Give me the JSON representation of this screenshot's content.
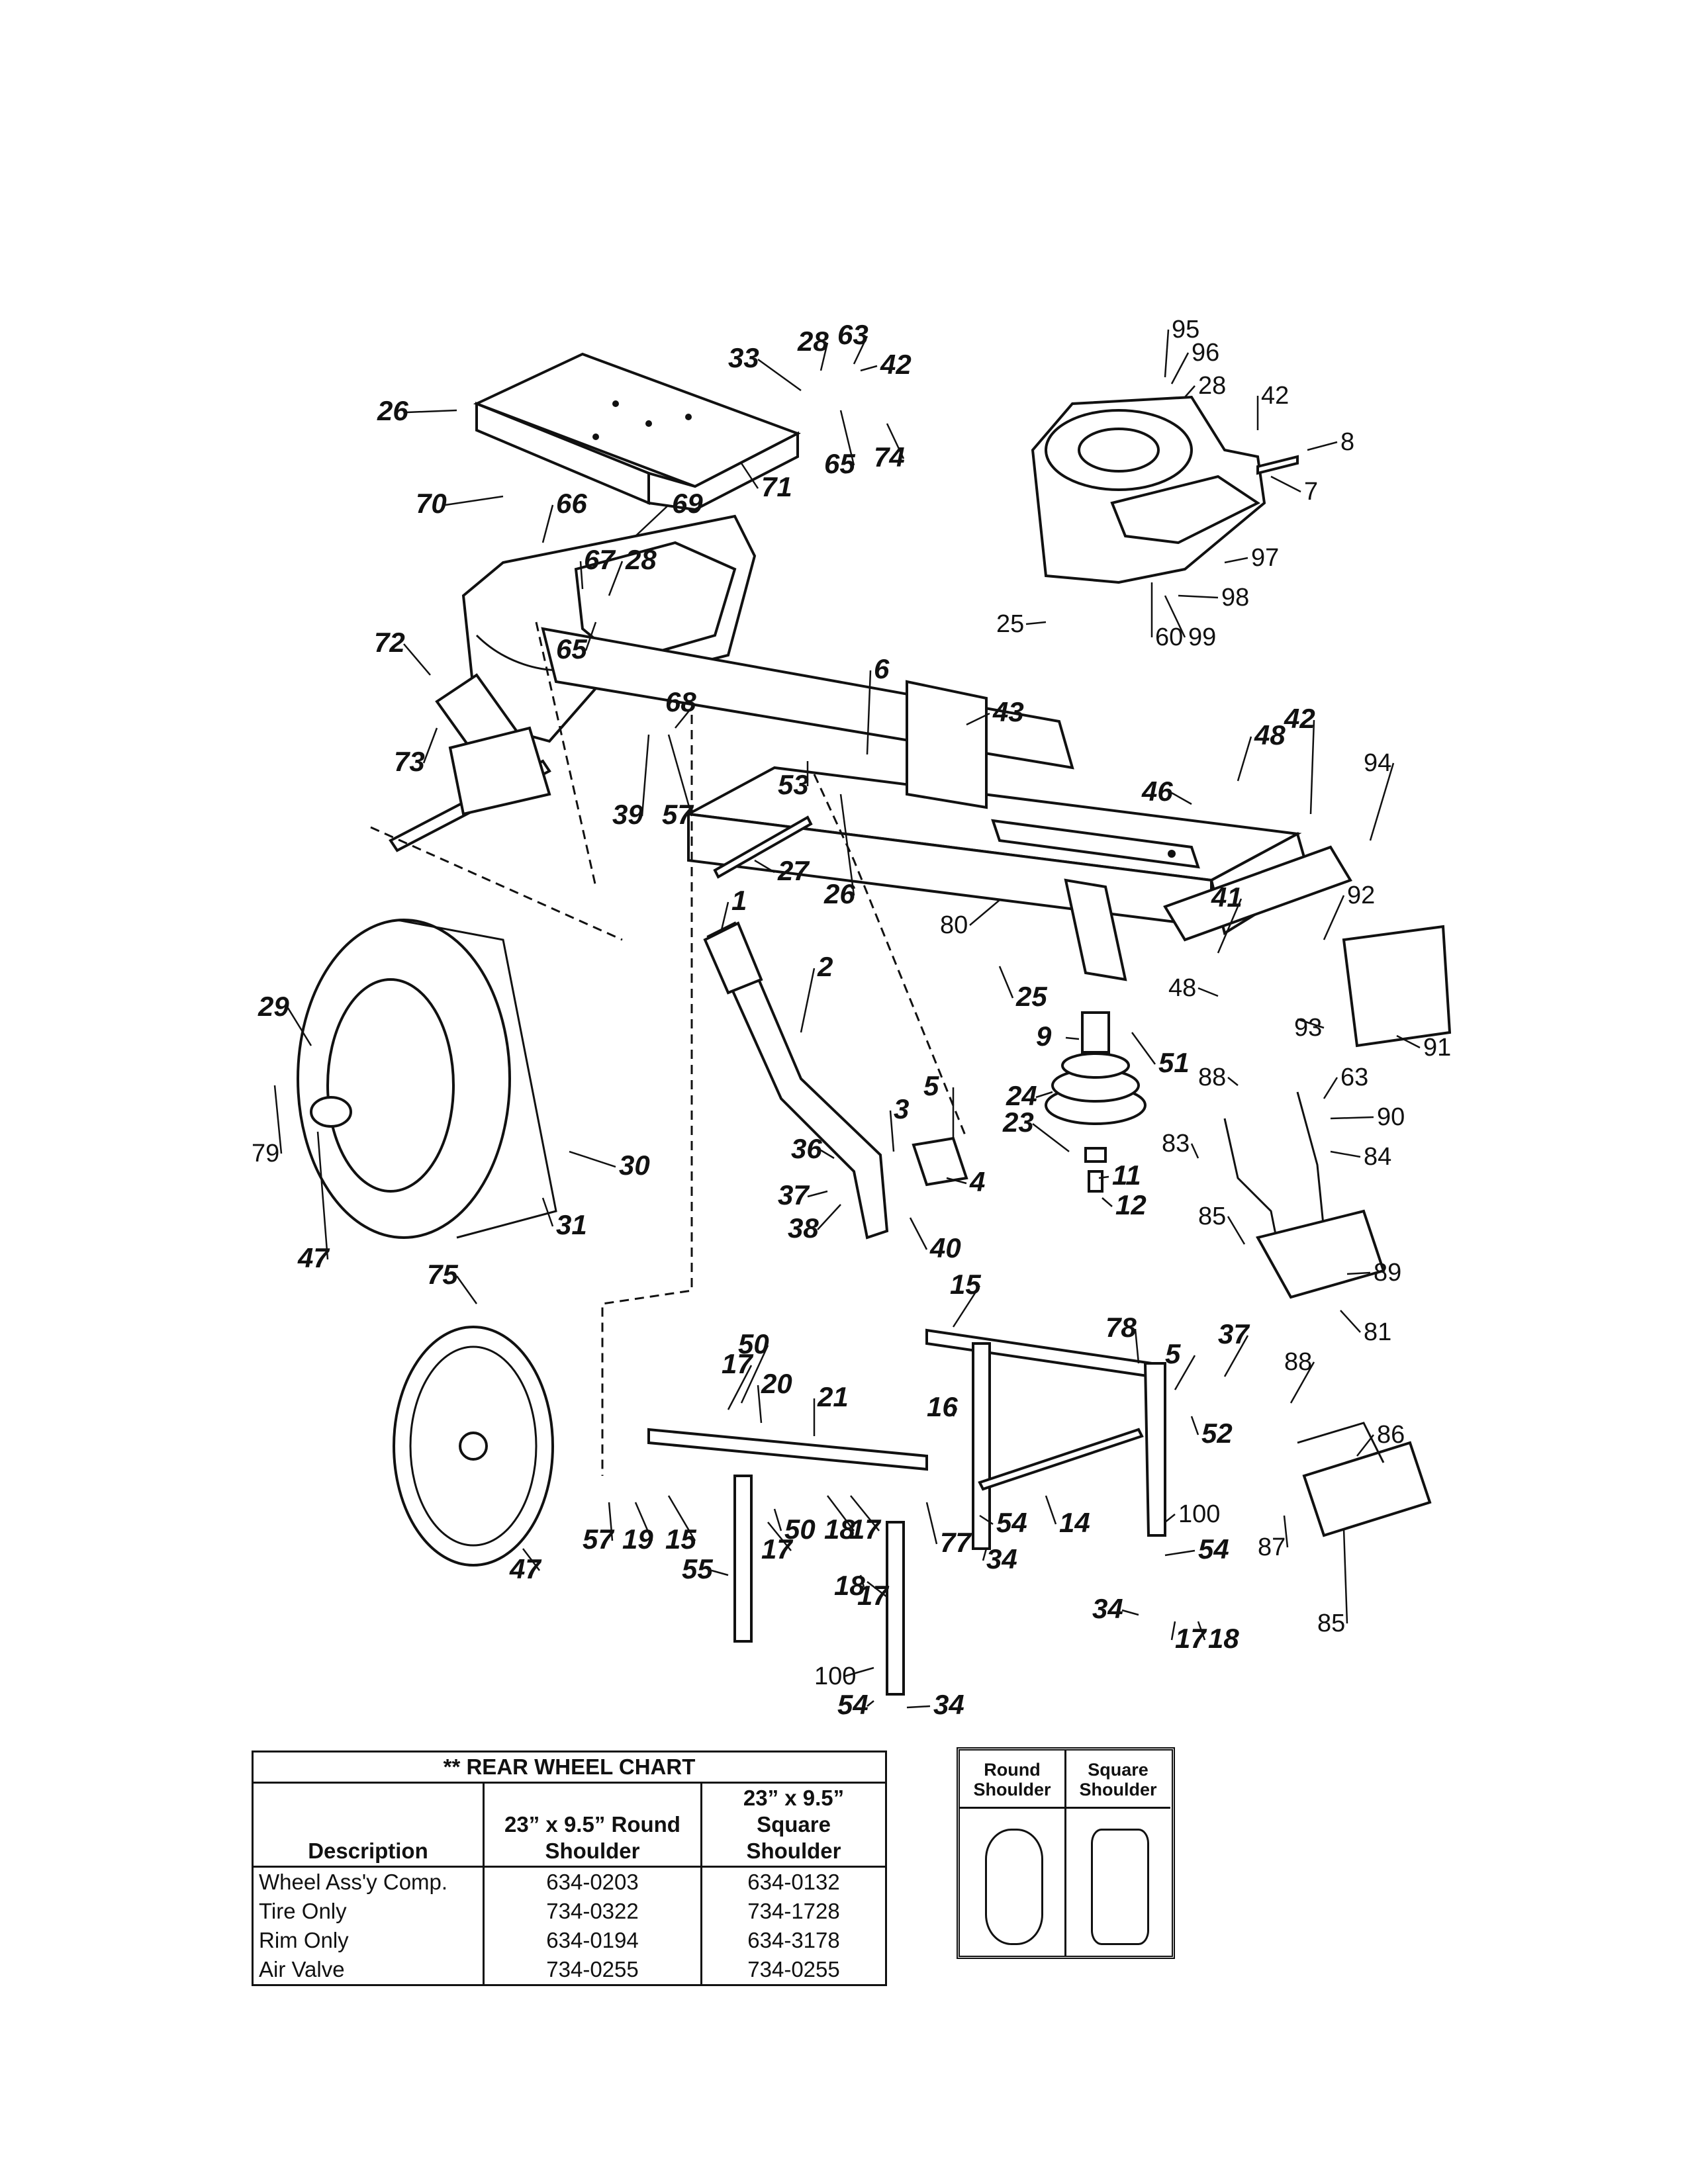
{
  "callouts": [
    {
      "id": "c26a",
      "text": "26"
    },
    {
      "id": "c33",
      "text": "33"
    },
    {
      "id": "c28a",
      "text": "28"
    },
    {
      "id": "c63a",
      "text": "63"
    },
    {
      "id": "c42a",
      "text": "42"
    },
    {
      "id": "c65a",
      "text": "65"
    },
    {
      "id": "c74",
      "text": "74"
    },
    {
      "id": "c71",
      "text": "71"
    },
    {
      "id": "c70",
      "text": "70"
    },
    {
      "id": "c66",
      "text": "66"
    },
    {
      "id": "c69",
      "text": "69"
    },
    {
      "id": "c67",
      "text": "67"
    },
    {
      "id": "c28b",
      "text": "28"
    },
    {
      "id": "c65b",
      "text": "65"
    },
    {
      "id": "c72",
      "text": "72"
    },
    {
      "id": "c68",
      "text": "68"
    },
    {
      "id": "c73",
      "text": "73"
    },
    {
      "id": "c39",
      "text": "39"
    },
    {
      "id": "c57a",
      "text": "57"
    },
    {
      "id": "c6",
      "text": "6"
    },
    {
      "id": "c43",
      "text": "43"
    },
    {
      "id": "c53",
      "text": "53"
    },
    {
      "id": "c27",
      "text": "27"
    },
    {
      "id": "c26b",
      "text": "26"
    },
    {
      "id": "c95",
      "text": "95"
    },
    {
      "id": "c96",
      "text": "96"
    },
    {
      "id": "c28c",
      "text": "28"
    },
    {
      "id": "c42b",
      "text": "42"
    },
    {
      "id": "c8",
      "text": "8"
    },
    {
      "id": "c7",
      "text": "7"
    },
    {
      "id": "c97",
      "text": "97"
    },
    {
      "id": "c98",
      "text": "98"
    },
    {
      "id": "c25a",
      "text": "25"
    },
    {
      "id": "c60",
      "text": "60"
    },
    {
      "id": "c99",
      "text": "99"
    },
    {
      "id": "c42c",
      "text": "42"
    },
    {
      "id": "c48a",
      "text": "48"
    },
    {
      "id": "c94",
      "text": "94"
    },
    {
      "id": "c46",
      "text": "46"
    },
    {
      "id": "c92",
      "text": "92"
    },
    {
      "id": "c80",
      "text": "80"
    },
    {
      "id": "c41",
      "text": "41"
    },
    {
      "id": "c25b",
      "text": "25"
    },
    {
      "id": "c48b",
      "text": "48"
    },
    {
      "id": "c93",
      "text": "93"
    },
    {
      "id": "c91",
      "text": "91"
    },
    {
      "id": "c9",
      "text": "9"
    },
    {
      "id": "c51",
      "text": "51"
    },
    {
      "id": "c88a",
      "text": "88"
    },
    {
      "id": "c63b",
      "text": "63"
    },
    {
      "id": "c24",
      "text": "24"
    },
    {
      "id": "c90",
      "text": "90"
    },
    {
      "id": "c83",
      "text": "83"
    },
    {
      "id": "c84",
      "text": "84"
    },
    {
      "id": "c23",
      "text": "23"
    },
    {
      "id": "c11",
      "text": "11"
    },
    {
      "id": "c12",
      "text": "12"
    },
    {
      "id": "c85a",
      "text": "85"
    },
    {
      "id": "c89",
      "text": "89"
    },
    {
      "id": "c81",
      "text": "81"
    },
    {
      "id": "c1",
      "text": "1"
    },
    {
      "id": "c2",
      "text": "2"
    },
    {
      "id": "c29",
      "text": "29"
    },
    {
      "id": "c79",
      "text": "79"
    },
    {
      "id": "c30",
      "text": "30"
    },
    {
      "id": "c31",
      "text": "31"
    },
    {
      "id": "c47a",
      "text": "47"
    },
    {
      "id": "c5a",
      "text": "5"
    },
    {
      "id": "c3",
      "text": "3"
    },
    {
      "id": "c36",
      "text": "36"
    },
    {
      "id": "c4",
      "text": "4"
    },
    {
      "id": "c37a",
      "text": "37"
    },
    {
      "id": "c38",
      "text": "38"
    },
    {
      "id": "c40",
      "text": "40"
    },
    {
      "id": "c75",
      "text": "75"
    },
    {
      "id": "c47b",
      "text": "47"
    },
    {
      "id": "c15a",
      "text": "15"
    },
    {
      "id": "c78",
      "text": "78"
    },
    {
      "id": "c5b",
      "text": "5"
    },
    {
      "id": "c37b",
      "text": "37"
    },
    {
      "id": "c88b",
      "text": "88"
    },
    {
      "id": "c86",
      "text": "86"
    },
    {
      "id": "c50a",
      "text": "50"
    },
    {
      "id": "c17a",
      "text": "17"
    },
    {
      "id": "c20",
      "text": "20"
    },
    {
      "id": "c21",
      "text": "21"
    },
    {
      "id": "c16",
      "text": "16"
    },
    {
      "id": "c52",
      "text": "52"
    },
    {
      "id": "c57b",
      "text": "57"
    },
    {
      "id": "c19",
      "text": "19"
    },
    {
      "id": "c15b",
      "text": "15"
    },
    {
      "id": "c18a",
      "text": "18"
    },
    {
      "id": "c17b",
      "text": "17"
    },
    {
      "id": "c50b",
      "text": "50"
    },
    {
      "id": "c17c",
      "text": "17"
    },
    {
      "id": "c77",
      "text": "77"
    },
    {
      "id": "c54a",
      "text": "54"
    },
    {
      "id": "c14",
      "text": "14"
    },
    {
      "id": "c100a",
      "text": "100"
    },
    {
      "id": "c87",
      "text": "87"
    },
    {
      "id": "c55",
      "text": "55"
    },
    {
      "id": "c18b",
      "text": "18"
    },
    {
      "id": "c17d",
      "text": "17"
    },
    {
      "id": "c34a",
      "text": "34"
    },
    {
      "id": "c54b",
      "text": "54"
    },
    {
      "id": "c34b",
      "text": "34"
    },
    {
      "id": "c17e",
      "text": "17"
    },
    {
      "id": "c18c",
      "text": "18"
    },
    {
      "id": "c85b",
      "text": "85"
    },
    {
      "id": "c100b",
      "text": "100"
    },
    {
      "id": "c54c",
      "text": "54"
    },
    {
      "id": "c34c",
      "text": "34"
    }
  ],
  "rear_wheel_chart": {
    "title": "** REAR WHEEL CHART",
    "columns": [
      "Description",
      "23” x 9.5” Round Shoulder",
      "23” x 9.5” Square Shoulder"
    ],
    "rows": [
      {
        "desc": "Wheel Ass'y Comp.",
        "round": "634-0203",
        "square": "634-0132"
      },
      {
        "desc": "Tire Only",
        "round": "734-0322",
        "square": "734-1728"
      },
      {
        "desc": "Rim Only",
        "round": "634-0194",
        "square": "634-3178"
      },
      {
        "desc": "Air Valve",
        "round": "734-0255",
        "square": "734-0255"
      }
    ]
  },
  "shoulder_legend": {
    "round_label": "Round Shoulder",
    "square_label": "Square Shoulder"
  }
}
